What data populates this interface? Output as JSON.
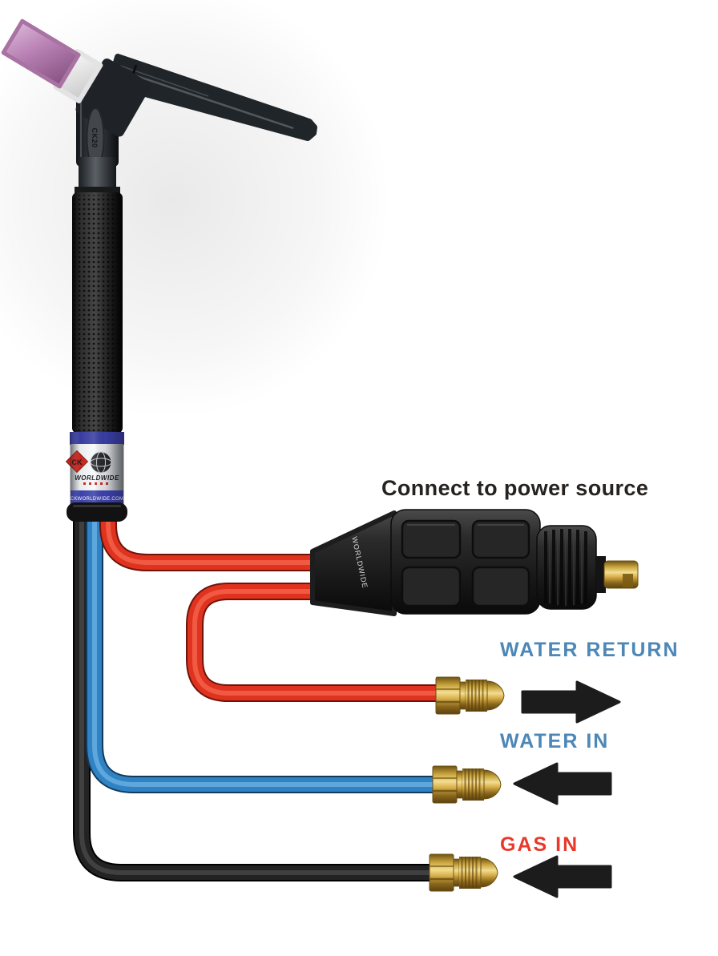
{
  "scene": {
    "background": "#ffffff",
    "power_connection": {
      "label": "Connect to power source",
      "label_color": "#26221f",
      "connector_side_text": "WORLDWIDE"
    },
    "torch": {
      "model_marking": "CK20",
      "logo_initials": "CK",
      "logo_name": "WORLDWIDE",
      "logo_website": "CKWORLDWIDE.COM",
      "nozzle_color": "#b77fb2",
      "handle_color": "#161616",
      "band_blue": "#3a3fa3"
    },
    "connections": [
      {
        "id": "water-return",
        "label": "WATER RETURN",
        "label_color": "#4c87b7",
        "hose_color": "#e0331f",
        "flow": "out",
        "arrow_icon": "arrow-right-icon"
      },
      {
        "id": "water-in",
        "label": "WATER IN",
        "label_color": "#4c87b7",
        "hose_color": "#2f82c4",
        "flow": "in",
        "arrow_icon": "arrow-left-icon"
      },
      {
        "id": "gas-in",
        "label": "GAS IN",
        "label_color": "#e8392b",
        "hose_color": "#232323",
        "flow": "in",
        "arrow_icon": "arrow-left-icon"
      }
    ],
    "colors": {
      "arrow": "#1c1c1c",
      "brass": "#d4ab3c"
    }
  }
}
